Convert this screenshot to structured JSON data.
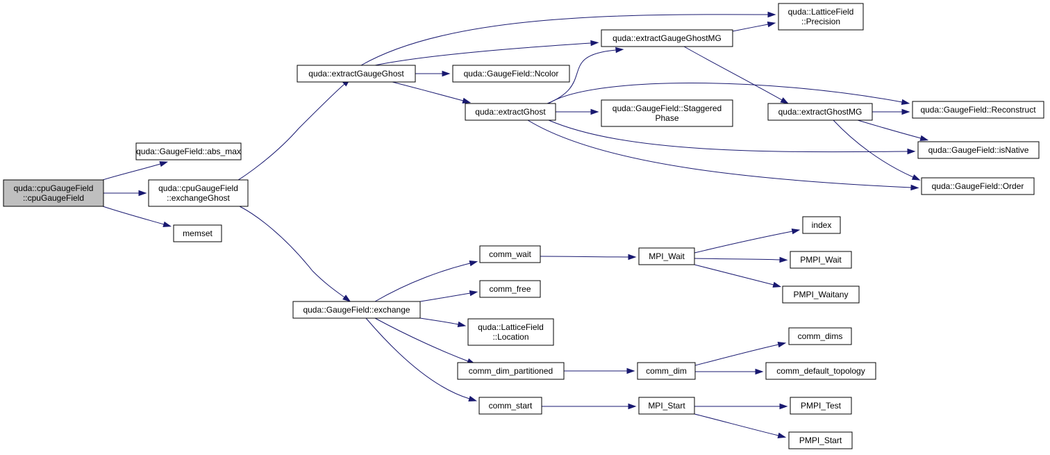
{
  "nodes": [
    {
      "id": "root",
      "lines": [
        "quda::cpuGaugeField",
        "::cpuGaugeField"
      ],
      "root": true
    },
    {
      "id": "abs_max",
      "lines": [
        "quda::GaugeField::abs_max"
      ]
    },
    {
      "id": "exchangeGhost",
      "lines": [
        "quda::cpuGaugeField",
        "::exchangeGhost"
      ]
    },
    {
      "id": "memset",
      "lines": [
        "memset"
      ]
    },
    {
      "id": "extractGaugeGhost",
      "lines": [
        "quda::extractGaugeGhost"
      ]
    },
    {
      "id": "gf_exchange",
      "lines": [
        "quda::GaugeField::exchange"
      ]
    },
    {
      "id": "ncolor",
      "lines": [
        "quda::GaugeField::Ncolor"
      ]
    },
    {
      "id": "extractGhost",
      "lines": [
        "quda::extractGhost"
      ]
    },
    {
      "id": "extractGaugeGhostMG",
      "lines": [
        "quda::extractGaugeGhostMG"
      ]
    },
    {
      "id": "precision",
      "lines": [
        "quda::LatticeField",
        "::Precision"
      ]
    },
    {
      "id": "staggered",
      "lines": [
        "quda::GaugeField::Staggered",
        "Phase"
      ]
    },
    {
      "id": "extractGhostMG",
      "lines": [
        "quda::extractGhostMG"
      ]
    },
    {
      "id": "reconstruct",
      "lines": [
        "quda::GaugeField::Reconstruct"
      ]
    },
    {
      "id": "isNative",
      "lines": [
        "quda::GaugeField::isNative"
      ]
    },
    {
      "id": "order",
      "lines": [
        "quda::GaugeField::Order"
      ]
    },
    {
      "id": "comm_wait",
      "lines": [
        "comm_wait"
      ]
    },
    {
      "id": "comm_free",
      "lines": [
        "comm_free"
      ]
    },
    {
      "id": "location",
      "lines": [
        "quda::LatticeField",
        "::Location"
      ]
    },
    {
      "id": "comm_dim_partitioned",
      "lines": [
        "comm_dim_partitioned"
      ]
    },
    {
      "id": "comm_start",
      "lines": [
        "comm_start"
      ]
    },
    {
      "id": "mpi_wait",
      "lines": [
        "MPI_Wait"
      ]
    },
    {
      "id": "index",
      "lines": [
        "index"
      ]
    },
    {
      "id": "pmpi_wait",
      "lines": [
        "PMPI_Wait"
      ]
    },
    {
      "id": "pmpi_waitany",
      "lines": [
        "PMPI_Waitany"
      ]
    },
    {
      "id": "comm_dim",
      "lines": [
        "comm_dim"
      ]
    },
    {
      "id": "comm_dims",
      "lines": [
        "comm_dims"
      ]
    },
    {
      "id": "comm_default_topology",
      "lines": [
        "comm_default_topology"
      ]
    },
    {
      "id": "mpi_start",
      "lines": [
        "MPI_Start"
      ]
    },
    {
      "id": "pmpi_test",
      "lines": [
        "PMPI_Test"
      ]
    },
    {
      "id": "pmpi_start",
      "lines": [
        "PMPI_Start"
      ]
    }
  ],
  "edges": [
    [
      "root",
      "abs_max"
    ],
    [
      "root",
      "exchangeGhost"
    ],
    [
      "root",
      "memset"
    ],
    [
      "exchangeGhost",
      "extractGaugeGhost"
    ],
    [
      "exchangeGhost",
      "gf_exchange"
    ],
    [
      "extractGaugeGhost",
      "precision"
    ],
    [
      "extractGaugeGhost",
      "extractGaugeGhostMG"
    ],
    [
      "extractGaugeGhost",
      "ncolor"
    ],
    [
      "extractGaugeGhost",
      "extractGhost"
    ],
    [
      "extractGaugeGhostMG",
      "precision"
    ],
    [
      "extractGaugeGhostMG",
      "extractGhostMG"
    ],
    [
      "extractGhost",
      "extractGaugeGhostMG"
    ],
    [
      "extractGhost",
      "reconstruct"
    ],
    [
      "extractGhost",
      "staggered"
    ],
    [
      "extractGhost",
      "isNative"
    ],
    [
      "extractGhost",
      "order"
    ],
    [
      "extractGhostMG",
      "reconstruct"
    ],
    [
      "extractGhostMG",
      "isNative"
    ],
    [
      "extractGhostMG",
      "order"
    ],
    [
      "gf_exchange",
      "comm_wait"
    ],
    [
      "gf_exchange",
      "comm_free"
    ],
    [
      "gf_exchange",
      "location"
    ],
    [
      "gf_exchange",
      "comm_dim_partitioned"
    ],
    [
      "gf_exchange",
      "comm_start"
    ],
    [
      "comm_wait",
      "mpi_wait"
    ],
    [
      "mpi_wait",
      "index"
    ],
    [
      "mpi_wait",
      "pmpi_wait"
    ],
    [
      "mpi_wait",
      "pmpi_waitany"
    ],
    [
      "comm_dim_partitioned",
      "comm_dim"
    ],
    [
      "comm_dim",
      "comm_dims"
    ],
    [
      "comm_dim",
      "comm_default_topology"
    ],
    [
      "comm_start",
      "mpi_start"
    ],
    [
      "mpi_start",
      "pmpi_test"
    ],
    [
      "mpi_start",
      "pmpi_start"
    ]
  ],
  "colors": {
    "edge": "#191970",
    "root_fill": "#bfbfbf",
    "node_fill": "#ffffff",
    "border": "#000000"
  }
}
